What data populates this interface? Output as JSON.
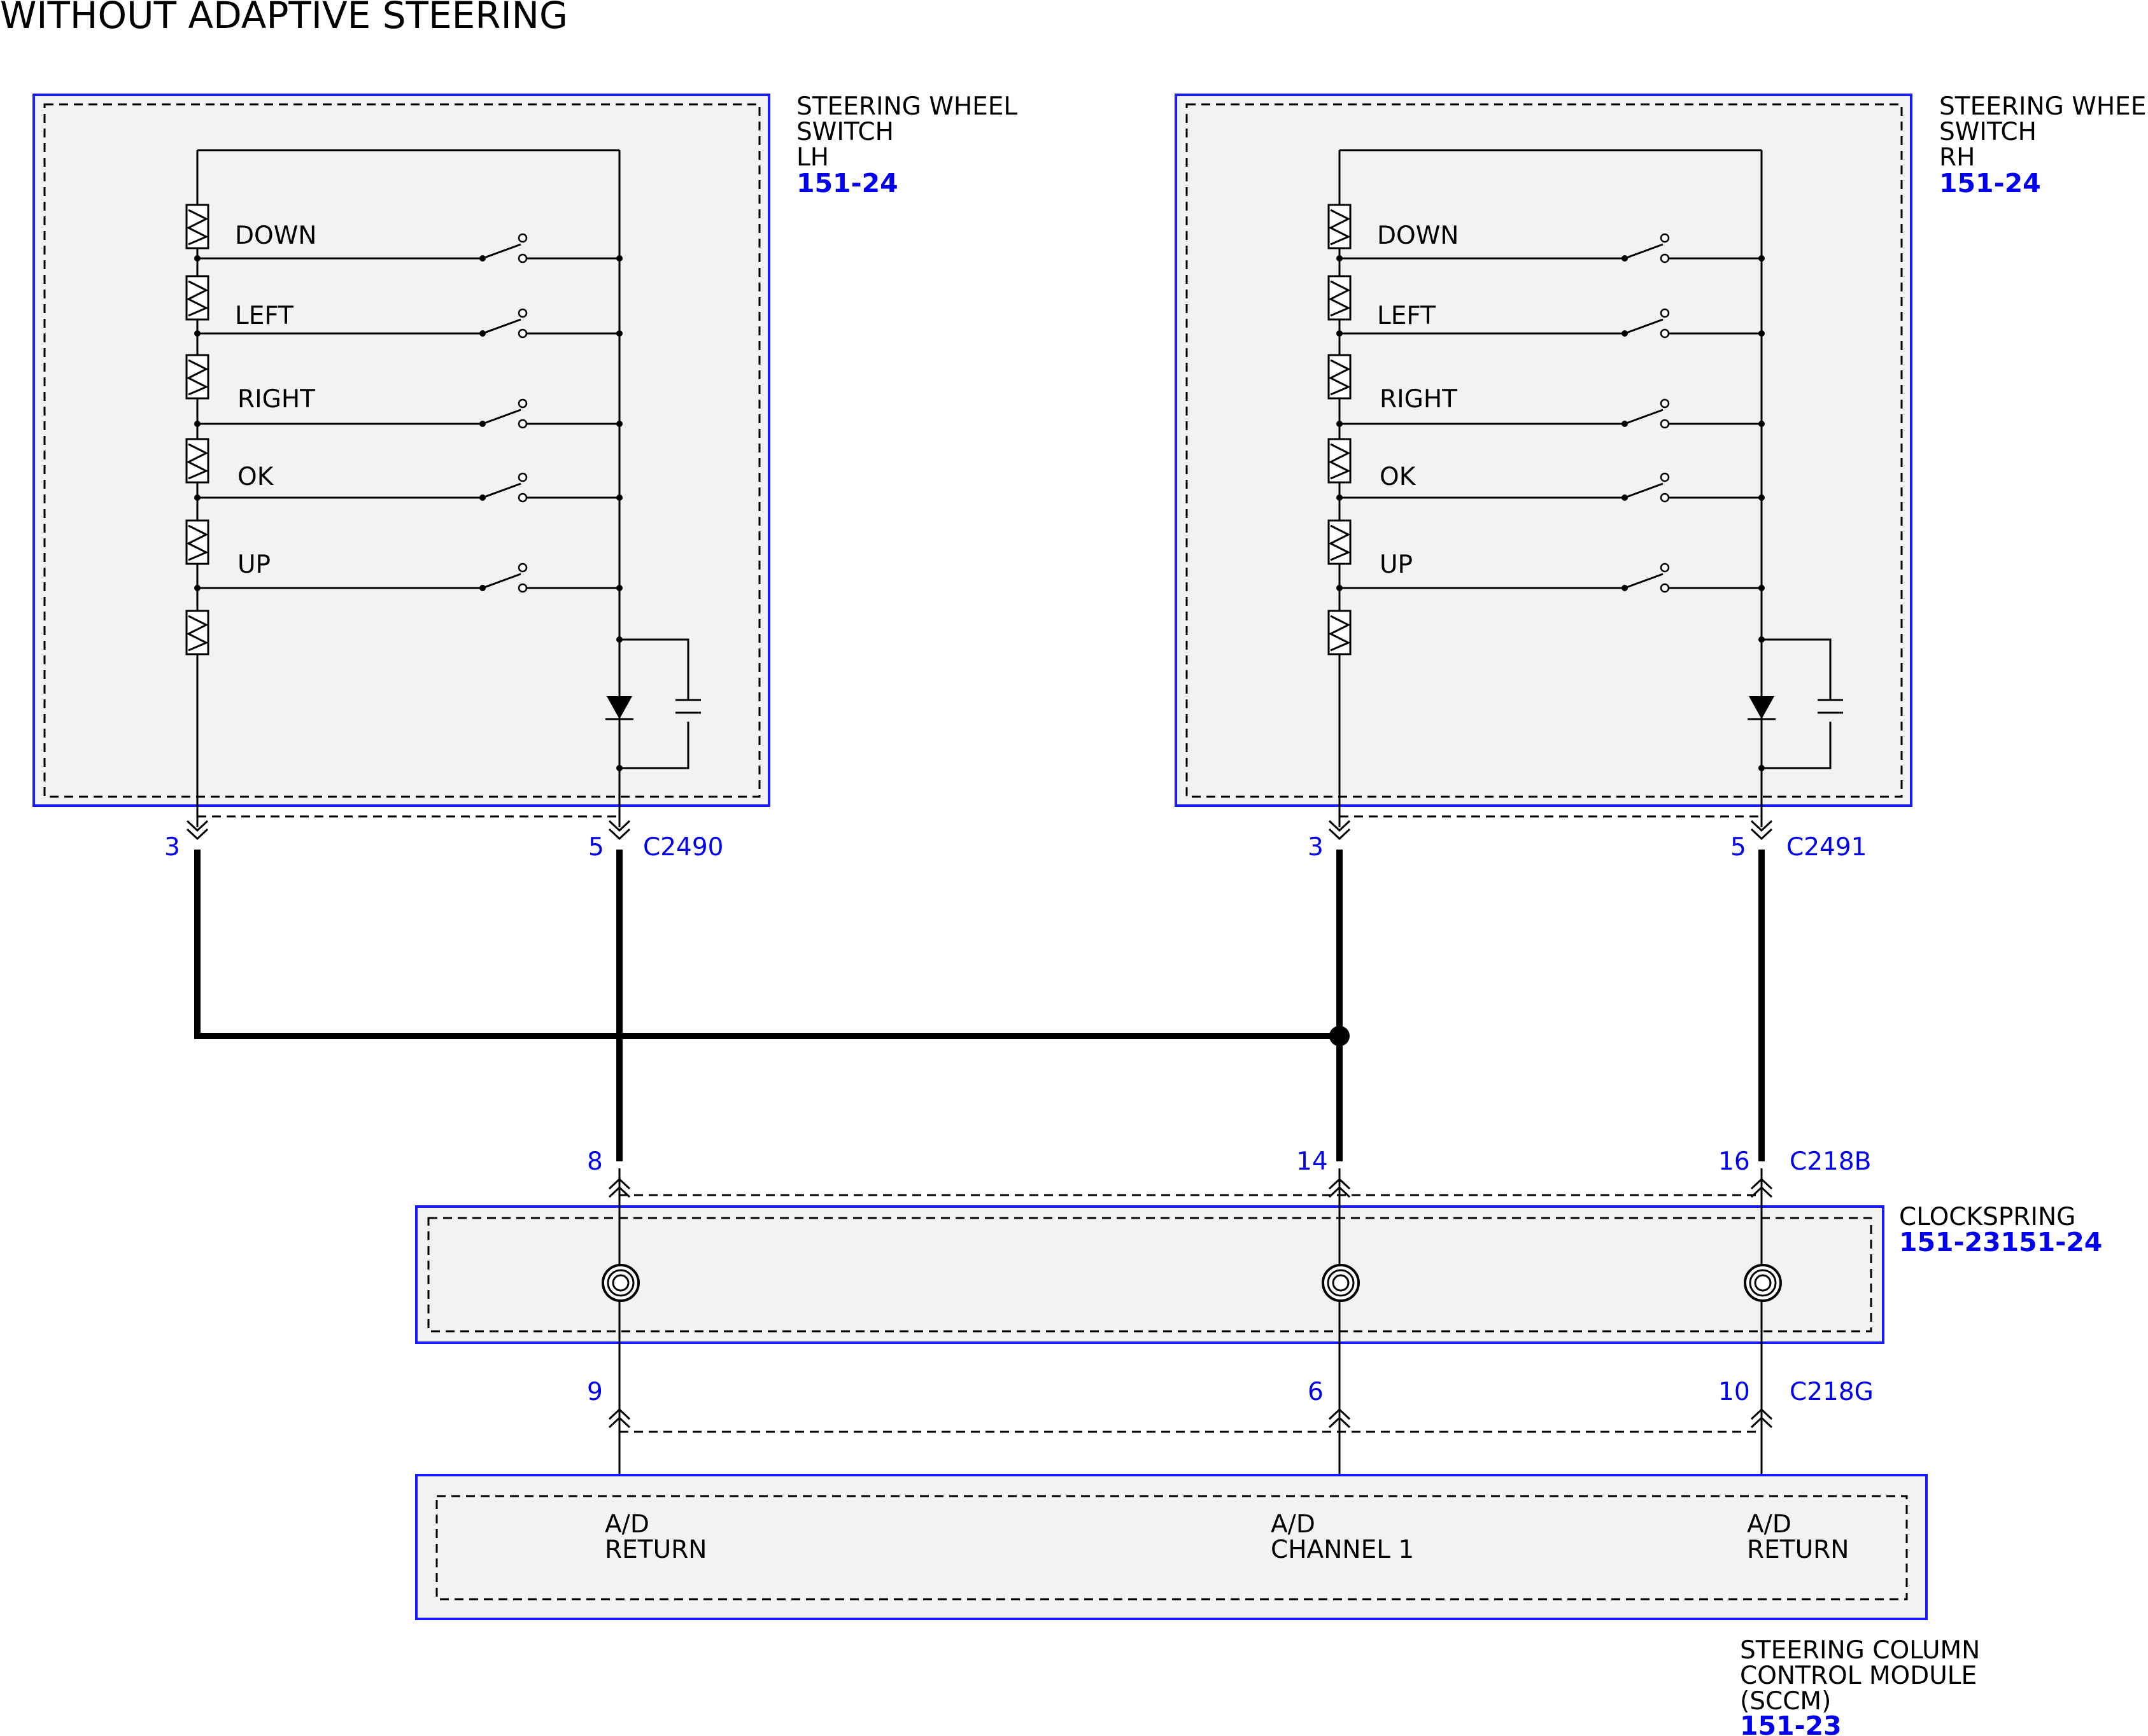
{
  "title": "WITHOUT ADAPTIVE STEERING",
  "switch_lh": {
    "name_lines": [
      "STEERING WHEEL",
      "SWITCH",
      "LH"
    ],
    "ref": "151-24",
    "buttons": [
      "DOWN",
      "LEFT",
      "RIGHT",
      "OK",
      "UP"
    ],
    "connector": "C2490",
    "pins": [
      "3",
      "5"
    ]
  },
  "switch_rh": {
    "name_lines": [
      "STEERING WHEEL",
      "SWITCH",
      "RH"
    ],
    "ref": "151-24",
    "buttons": [
      "DOWN",
      "LEFT",
      "RIGHT",
      "OK",
      "UP"
    ],
    "connector": "C2491",
    "pins": [
      "3",
      "5"
    ]
  },
  "clockspring": {
    "name": "CLOCKSPRING",
    "ref": "151-23151-24",
    "upper_connector": "C218B",
    "upper_pins": [
      "8",
      "14",
      "16"
    ],
    "lower_connector": "C218G",
    "lower_pins": [
      "9",
      "6",
      "10"
    ]
  },
  "sccm": {
    "name_lines": [
      "STEERING COLUMN",
      "CONTROL MODULE",
      "(SCCM)"
    ],
    "ref": "151-23",
    "terminals": [
      {
        "line1": "A/D",
        "line2": "RETURN"
      },
      {
        "line1": "A/D",
        "line2": "CHANNEL 1"
      },
      {
        "line1": "A/D",
        "line2": "RETURN"
      }
    ]
  }
}
